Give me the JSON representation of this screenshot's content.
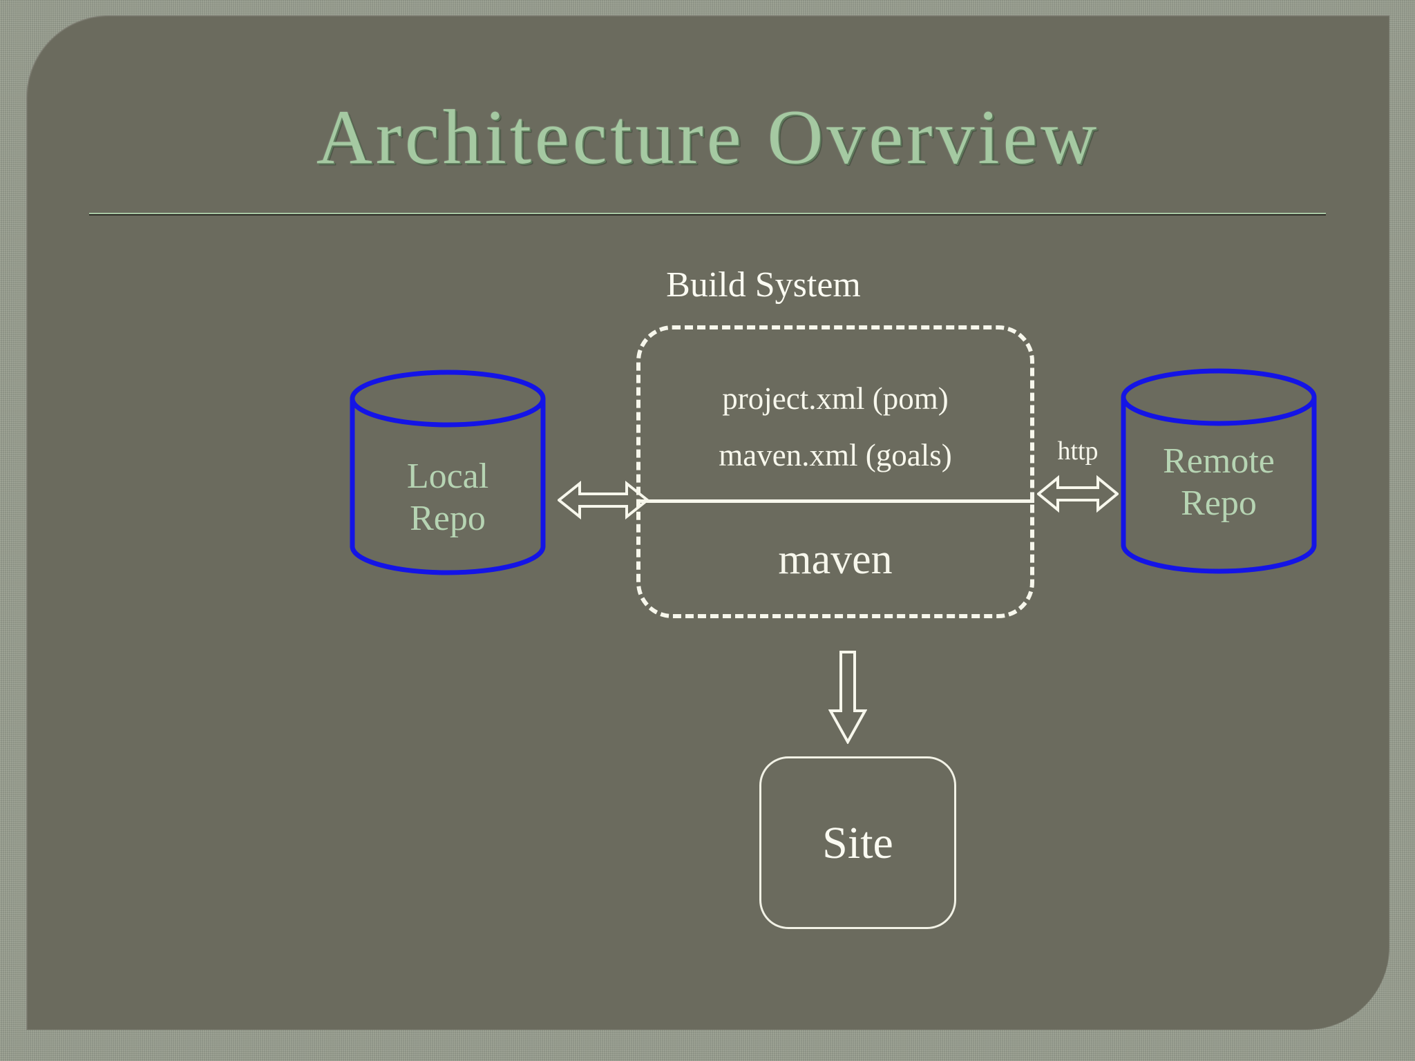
{
  "slide": {
    "title": "Architecture Overview",
    "background_color": "#6b6b5e",
    "frame_color": "#9aa091",
    "title_color": "#a5c9a2",
    "accent_white": "#f7f7ec",
    "repo_outline_color": "#1414e6",
    "repo_label_color": "#b6d4b3"
  },
  "diagram": {
    "build_system": {
      "caption": "Build System",
      "lines": {
        "pom": "project.xml (pom)",
        "goals": "maven.xml (goals)",
        "engine": "maven"
      }
    },
    "local_repo": {
      "line1": "Local",
      "line2": "Repo"
    },
    "remote_repo": {
      "line1": "Remote",
      "line2": "Repo"
    },
    "site": {
      "label": "Site"
    },
    "connections": {
      "local_link_label": "",
      "remote_link_label": "http",
      "site_link_label": ""
    }
  }
}
